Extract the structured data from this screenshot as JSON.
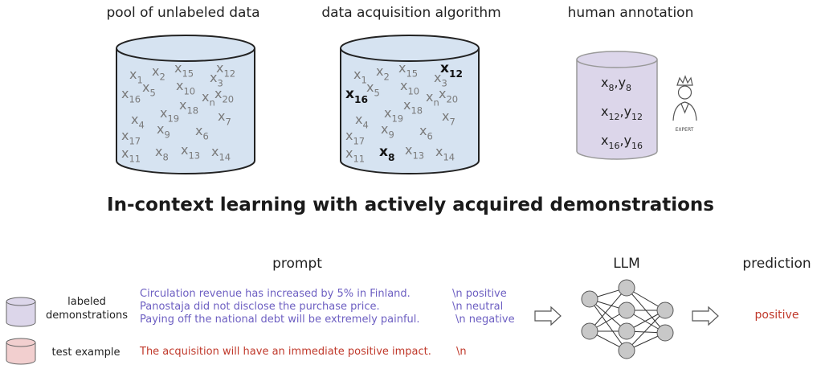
{
  "colors": {
    "cylinder_blue": "#d6e3f1",
    "cylinder_purple": "#dcd6ea",
    "cylinder_pink": "#f2cfcf",
    "prompt_blue": "#6d5fc2",
    "test_red": "#c0392b",
    "x_gray": "#7a7a7a"
  },
  "headers": {
    "pool": "pool of unlabeled data",
    "acquisition": "data acquisition algorithm",
    "annotation": "human annotation"
  },
  "pool_items": [
    {
      "base": "x",
      "sub": "1"
    },
    {
      "base": "x",
      "sub": "2"
    },
    {
      "base": "x",
      "sub": "15"
    },
    {
      "base": "x",
      "sub": "3"
    },
    {
      "base": "x",
      "sub": "12"
    },
    {
      "base": "x",
      "sub": "16"
    },
    {
      "base": "x",
      "sub": "5"
    },
    {
      "base": "x",
      "sub": "10"
    },
    {
      "base": "x",
      "sub": "n"
    },
    {
      "base": "x",
      "sub": "20"
    },
    {
      "base": "x",
      "sub": "19"
    },
    {
      "base": "x",
      "sub": "18"
    },
    {
      "base": "x",
      "sub": "4"
    },
    {
      "base": "x",
      "sub": "7"
    },
    {
      "base": "x",
      "sub": "9"
    },
    {
      "base": "x",
      "sub": "17"
    },
    {
      "base": "x",
      "sub": "6"
    },
    {
      "base": "x",
      "sub": "11"
    },
    {
      "base": "x",
      "sub": "8"
    },
    {
      "base": "x",
      "sub": "13"
    },
    {
      "base": "x",
      "sub": "14"
    }
  ],
  "selected_items": [
    "16",
    "12",
    "8"
  ],
  "annotated_items": [
    {
      "x": "x",
      "xs": "8",
      "y": "y",
      "ys": "8"
    },
    {
      "x": "x",
      "xs": "12",
      "y": "y",
      "ys": "12"
    },
    {
      "x": "x",
      "xs": "16",
      "y": "y",
      "ys": "16"
    }
  ],
  "expert_label": "EXPERT",
  "title": "In-context learning with actively acquired demonstrations",
  "bottom_headers": {
    "prompt": "prompt",
    "llm": "LLM",
    "prediction": "prediction"
  },
  "legend": {
    "labeled": "labeled\ndemonstrations",
    "test": "test example"
  },
  "prompt_lines": [
    {
      "text": "Circulation revenue has increased by 5% in Finland.",
      "label": "\\n positive"
    },
    {
      "text": "Panostaja did not disclose the purchase price.",
      "label": "\\n neutral"
    },
    {
      "text": "Paying off the national debt will be extremely painful.",
      "label": "\\n negative"
    }
  ],
  "test_line": {
    "text": "The acquisition will have an immediate positive impact.",
    "label": "\\n"
  },
  "prediction_value": "positive"
}
